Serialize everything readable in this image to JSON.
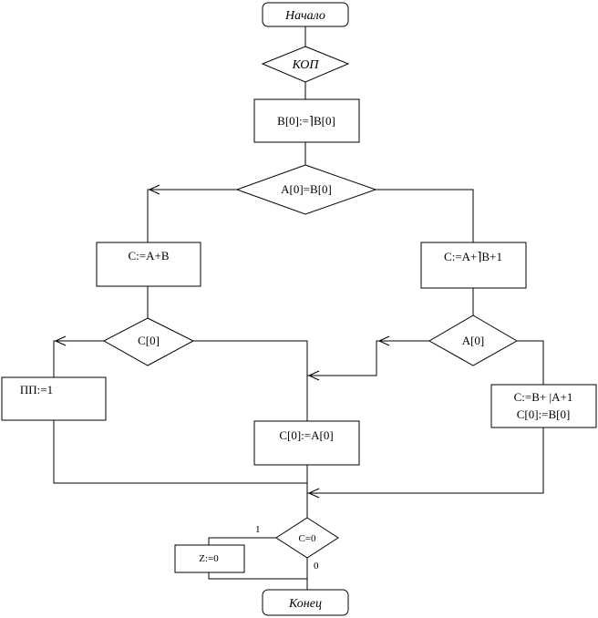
{
  "flowchart": {
    "start": "Начало",
    "kop": "КОП",
    "invert_b": "B[0]:=⌉B[0]",
    "sign_compare": "A[0]=B[0]",
    "add": "C:=A+B",
    "add_complement": "C:=A+⌉B+1",
    "check_c0": "C[0]",
    "check_a0": "A[0]",
    "overflow": "ПП:=1",
    "assign_sign": "C[0]:=A[0]",
    "recompute_line1": "C:=B+ |A+1",
    "recompute_line2": "C[0]:=B[0]",
    "check_zero": "C=0",
    "set_z": "Z:=0",
    "branch_1": "1",
    "branch_0": "0",
    "end": "Конец"
  },
  "colors": {
    "stroke": "#000000",
    "background": "#ffffff"
  }
}
